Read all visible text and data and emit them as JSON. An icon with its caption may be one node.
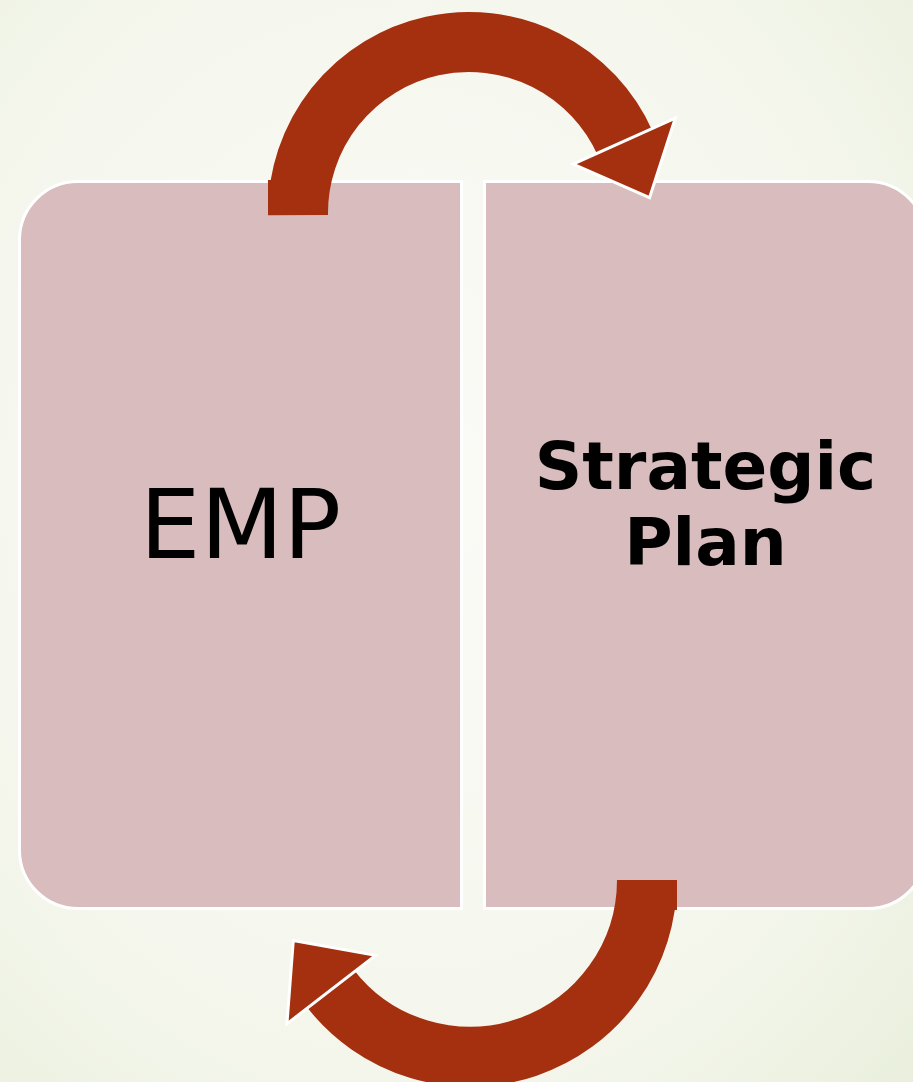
{
  "diagram": {
    "nodes": [
      {
        "text": [
          "EMP"
        ]
      },
      {
        "text": [
          "Strategic Plan"
        ]
      }
    ],
    "edges": [
      {
        "from": 0,
        "to": 1,
        "arrow": "to"
      },
      {
        "from": 1,
        "to": 0,
        "arrow": "to"
      }
    ]
  }
}
